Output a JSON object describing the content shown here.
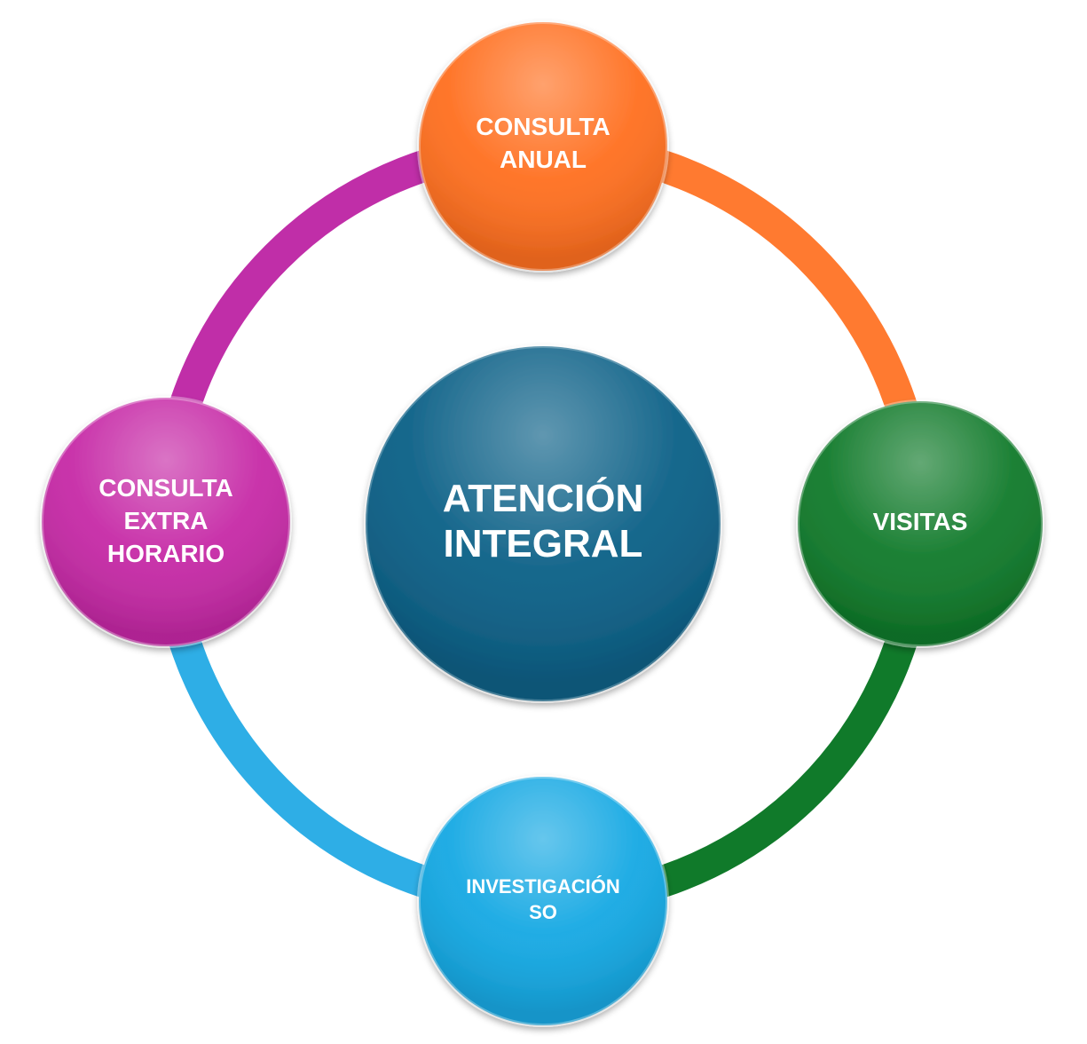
{
  "center": {
    "lines": [
      "ATENCIÓN",
      "INTEGRAL"
    ],
    "color": "#0a5f86"
  },
  "nodes": [
    {
      "id": "consulta-anual",
      "lines": [
        "CONSULTA",
        "ANUAL"
      ],
      "color": "#ff6f1f"
    },
    {
      "id": "visitas",
      "lines": [
        "VISITAS"
      ],
      "color": "#107a2a"
    },
    {
      "id": "investigaciones",
      "lines": [
        "INVESTIGACIÓN",
        "SO"
      ],
      "color": "#14a8e3"
    },
    {
      "id": "consulta-extra-horario",
      "lines": [
        "CONSULTA",
        "EXTRA",
        "HORARIO"
      ],
      "color": "#c629a6"
    }
  ],
  "ring_colors": [
    "#ff7a30",
    "#107a2a",
    "#2eaee6",
    "#c02ea8"
  ]
}
